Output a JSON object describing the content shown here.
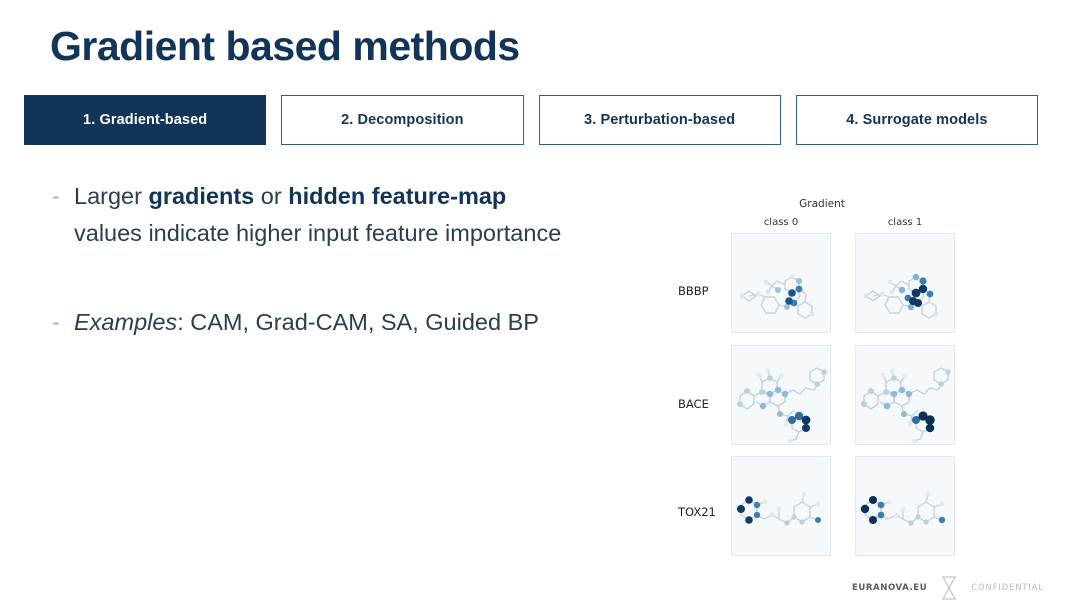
{
  "slide": {
    "title": "Gradient based methods"
  },
  "tabs": [
    {
      "label": "1. Gradient-based",
      "active": true
    },
    {
      "label": "2. Decomposition",
      "active": false
    },
    {
      "label": "3. Perturbation-based",
      "active": false
    },
    {
      "label": "4. Surrogate models",
      "active": false
    }
  ],
  "bullets": [
    {
      "marker": "-",
      "segments": [
        {
          "text": "Larger ",
          "style": "normal"
        },
        {
          "text": "gradients",
          "style": "bold"
        },
        {
          "text": " or ",
          "style": "normal"
        },
        {
          "text": "hidden feature-map",
          "style": "bold"
        },
        {
          "text": " values indicate higher input feature importance",
          "style": "normal"
        }
      ]
    },
    {
      "marker": "-",
      "segments": [
        {
          "text": "Examples",
          "style": "italic"
        },
        {
          "text": ": CAM, Grad-CAM, SA, Guided BP",
          "style": "normal"
        }
      ]
    }
  ],
  "figure": {
    "title": "Gradient",
    "column_headers": [
      "class 0",
      "class 1"
    ],
    "row_labels": [
      "BBBP",
      "BACE",
      "TOX21"
    ],
    "panel_background": "#f6f9fc",
    "highlight_color": "#0d3a66",
    "caption_color": "#333333"
  },
  "footer": {
    "brand": "EURANOVA.EU",
    "logo_icon": "hourglass-icon",
    "confidential": "CONFIDENTIAL"
  },
  "colors": {
    "navy": "#123459",
    "tab_border": "#2e5e86",
    "body_text": "#2b3e4e",
    "bullet_dash": "#8fb3c9",
    "background": "#ffffff"
  }
}
